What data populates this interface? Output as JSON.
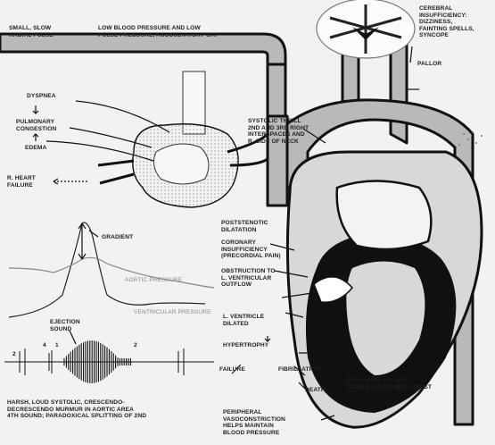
{
  "labels": {
    "radial_pulse": "SMALL, SLOW\nRADIAL PULSE",
    "blood_pressure": "LOW BLOOD PRESSURE AND LOW\nPULSE PRESSURE, AUSCULTATORY GAP",
    "cerebral": "CEREBRAL\nINSUFFICIENCY:\nDIZZINESS,\nFAINTING SPELLS,\nSYNCOPE",
    "pallor": "PALLOR",
    "dyspnea": "DYSPNEA",
    "pulmonary_congestion": "PULMONARY\nCONGESTION",
    "edema": "EDEMA",
    "r_heart_failure": "R. HEART\nFAILURE",
    "systolic_thrill": "SYSTOLIC THRILL\n2nd AND 3rd RIGHT\nINTERSPACES AND\nR. SIDE OF NECK",
    "gradient": "GRADIENT",
    "aortic_pressure": "AORTIC PRESSURE",
    "ventricular_pressure": "VENTRICULAR PRESSURE",
    "poststenotic": "POSTSTENOTIC\nDILATATION",
    "coronary": "CORONARY\nINSUFFICIENCY\n(PRECORDIAL PAIN)",
    "obstruction": "OBSTRUCTION TO\nL. VENTRICULAR\nOUTFLOW",
    "ejection_sound": "EJECTION\nSOUND",
    "lv_dilated": "L. VENTRICLE\nDILATED",
    "hypertrophy": "HYPERTROPHY",
    "failure": "FAILURE",
    "fibrillation": "FIBRILLATION",
    "death": "DEATH",
    "apex_shift": "APEX SHIFT TO LEFT;\nVISIBLE SUSTAINED THRUST",
    "murmur": "HARSH, LOUD SYSTOLIC, CRESCENDO-\nDECRESCENDO MURMUR IN AORTIC AREA\n4th SOUND; PARADOXICAL SPLITTING OF 2nd",
    "peripheral": "PERIPHERAL\nVASOCONSTRICTION\nHELPS MAINTAIN\nBLOOD PRESSURE"
  },
  "phono_markers": [
    "2",
    "4",
    "1",
    "2"
  ]
}
